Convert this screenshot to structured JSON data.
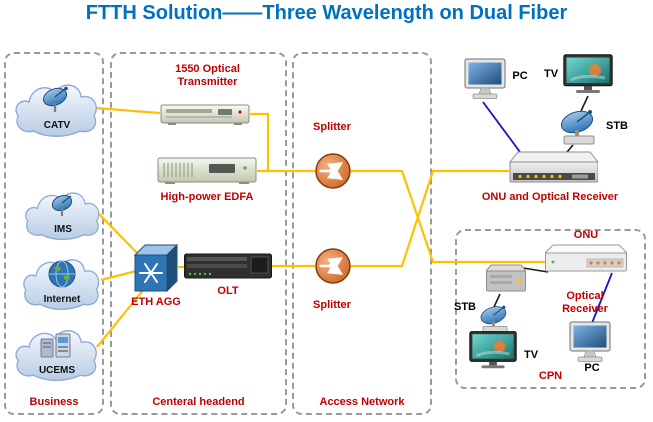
{
  "title": "FTTH Solution——Three Wavelength on Dual Fiber",
  "zones": {
    "business": {
      "label": "Business"
    },
    "headend": {
      "label": "Centeral headend"
    },
    "access": {
      "label": "Access Network"
    },
    "cpn": {
      "label": "CPN"
    }
  },
  "nodes": {
    "catv": {
      "label": "CATV"
    },
    "ims": {
      "label": "IMS"
    },
    "internet": {
      "label": "Internet"
    },
    "ucems": {
      "label": "UCEMS"
    },
    "transmitter": {
      "label": "1550 Optical Transmitter"
    },
    "edfa": {
      "label": "High-power EDFA"
    },
    "eth_agg": {
      "label": "ETH AGG"
    },
    "olt": {
      "label": "OLT"
    },
    "splitter_top": {
      "label": "Splitter"
    },
    "splitter_bottom": {
      "label": "Splitter"
    },
    "pc_top": {
      "label": "PC"
    },
    "tv_top": {
      "label": "TV"
    },
    "stb_top": {
      "label": "STB"
    },
    "onu_receiver": {
      "label": "ONU and Optical Receiver"
    },
    "onu_cpn": {
      "label": "ONU"
    },
    "optical_receiver": {
      "label": "Optical Receiver"
    },
    "stb_cpn": {
      "label": "STB"
    },
    "tv_cpn": {
      "label": "TV"
    },
    "pc_cpn": {
      "label": "PC"
    }
  },
  "colors": {
    "title": "#0070C0",
    "red_label": "#C00000",
    "fiber_line": "#FFC000",
    "ethernet_line": "#1414CC",
    "av_line": "#1A1A1A",
    "splitter_fill": "#C55A11",
    "zone_border": "#9A9A9A"
  }
}
